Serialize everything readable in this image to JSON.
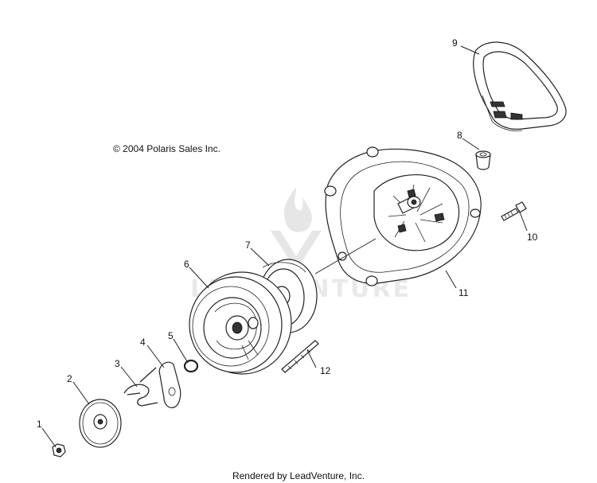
{
  "copyright": "© 2004 Polaris Sales Inc.",
  "footer": "Rendered by LeadVenture, Inc.",
  "watermark": "LEADVENTURE",
  "callouts": [
    {
      "id": "1",
      "label": "1"
    },
    {
      "id": "2",
      "label": "2"
    },
    {
      "id": "3",
      "label": "3"
    },
    {
      "id": "4",
      "label": "4"
    },
    {
      "id": "5",
      "label": "5"
    },
    {
      "id": "6",
      "label": "6"
    },
    {
      "id": "7",
      "label": "7"
    },
    {
      "id": "8",
      "label": "8"
    },
    {
      "id": "9",
      "label": "9"
    },
    {
      "id": "10",
      "label": "10"
    },
    {
      "id": "11",
      "label": "11"
    },
    {
      "id": "12",
      "label": "12"
    }
  ]
}
